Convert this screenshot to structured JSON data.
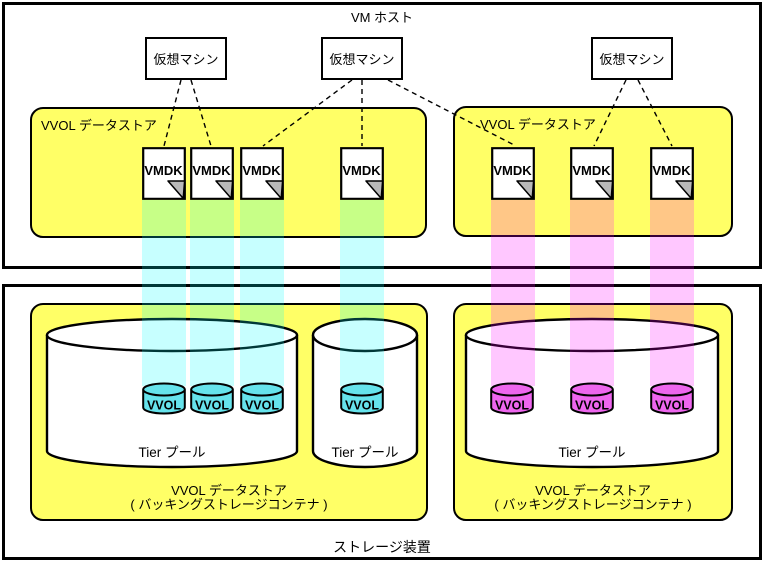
{
  "vm_host": {
    "title": "VM ホスト",
    "virtual_machines": [
      {
        "label": "仮想マシン"
      },
      {
        "label": "仮想マシン"
      },
      {
        "label": "仮想マシン"
      }
    ],
    "datastores": [
      {
        "label": "VVOL データストア",
        "vmdks": [
          "VMDK",
          "VMDK",
          "VMDK",
          "VMDK"
        ]
      },
      {
        "label": "VVOL データストア",
        "vmdks": [
          "VMDK",
          "VMDK",
          "VMDK"
        ]
      }
    ]
  },
  "storage_device": {
    "title": "ストレージ装置",
    "containers": [
      {
        "label_line1": "VVOL データストア",
        "label_line2": "( バッキングストレージコンテナ )",
        "tier_pools": [
          {
            "label": "Tier プール",
            "vvols": [
              "VVOL",
              "VVOL",
              "VVOL"
            ]
          },
          {
            "label": "Tier プール",
            "vvols": [
              "VVOL"
            ]
          }
        ]
      },
      {
        "label_line1": "VVOL データストア",
        "label_line2": "( バッキングストレージコンテナ )",
        "tier_pools": [
          {
            "label": "Tier プール",
            "vvols": [
              "VVOL",
              "VVOL",
              "VVOL"
            ]
          }
        ]
      }
    ]
  },
  "colors": {
    "datastore_fill": "#ffff66",
    "vvol_cyan": "#66e3ec",
    "vvol_magenta": "#ee66ee",
    "band_cyan": "rgba(0,255,255,0.22)",
    "band_magenta": "rgba(255,0,255,0.22)",
    "fold_gray": "#b9b9b9",
    "line_color": "#000000"
  }
}
